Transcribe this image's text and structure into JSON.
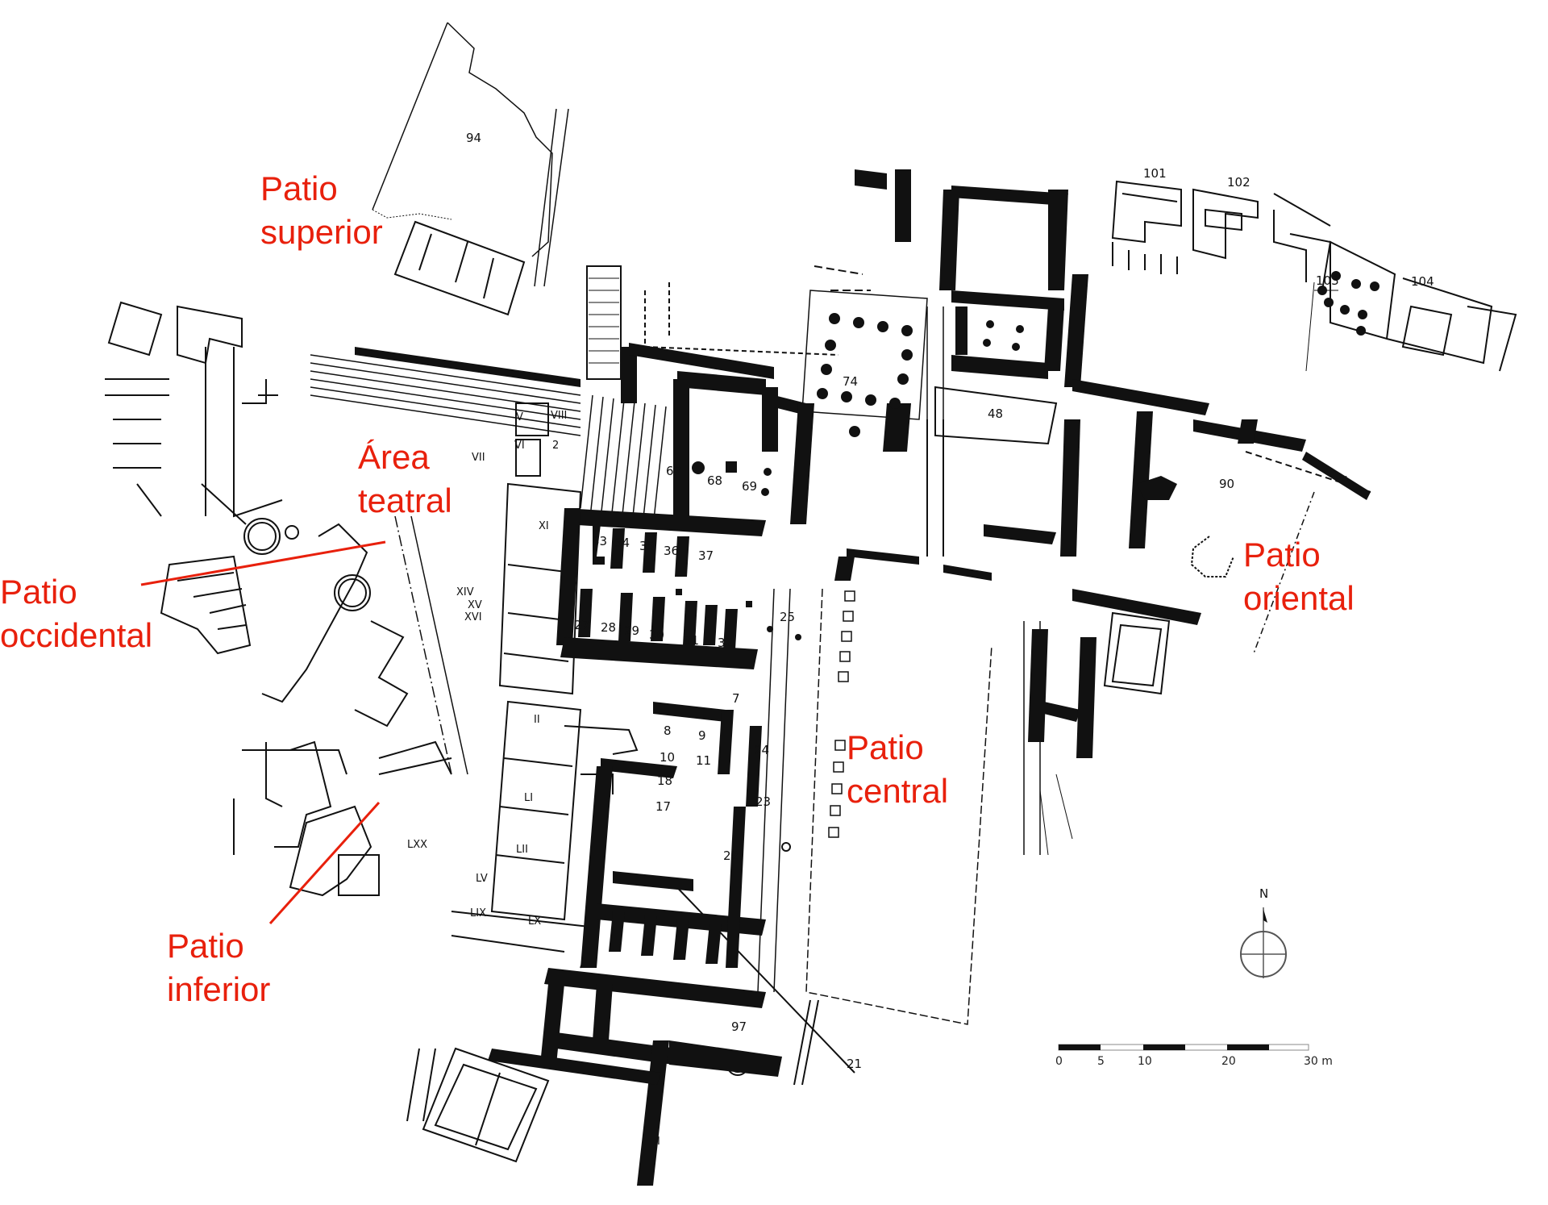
{
  "map": {
    "subject": "Palace floor plan",
    "accent_color": "#e8200c",
    "area_labels": [
      {
        "id": "patio-superior",
        "text": "Patio\nsuperior"
      },
      {
        "id": "area-teatral",
        "text": "Área\nteatral"
      },
      {
        "id": "patio-occidental",
        "text": "Patio\noccidental"
      },
      {
        "id": "patio-inferior",
        "text": "Patio\ninferior"
      },
      {
        "id": "patio-central",
        "text": "Patio\ncentral"
      },
      {
        "id": "patio-oriental",
        "text": "Patio\noriental"
      }
    ],
    "rooms": {
      "r94": "94",
      "r101": "101",
      "r102": "102",
      "r103": "103",
      "r104": "104",
      "r74": "74",
      "r48": "48",
      "r90": "90",
      "r67": "67",
      "r68": "68",
      "r69": "69",
      "r33": "33",
      "r34": "34",
      "r35": "35",
      "r36": "36",
      "r37": "37",
      "r27": "27",
      "r28": "28",
      "r29": "29",
      "r30": "30",
      "r31": "31",
      "r32": "32",
      "r25": "25",
      "r7": "7",
      "r8": "8",
      "r9": "9",
      "r10": "10",
      "r11": "11",
      "r24": "24",
      "r23": "23",
      "r18": "18",
      "r17": "17",
      "r22": "22",
      "r97": "97",
      "r21": "21",
      "r2": "2",
      "rV": "V",
      "rVI": "VI",
      "rVII": "VII",
      "rVIII": "VIII",
      "rXI": "XI",
      "rXIV": "XIV",
      "rXV": "XV",
      "rXVI": "XVI",
      "rII": "II",
      "rLI": "LI",
      "rLII": "LII",
      "rLV": "LV",
      "rLIX": "LIX",
      "rLX": "LX",
      "rLXX": "LXX",
      "rI": "I"
    },
    "north_arrow": {
      "label": "N"
    },
    "scale_bar": {
      "ticks": [
        "0",
        "5",
        "10",
        "20",
        "30 m"
      ],
      "unit": "m",
      "max": 30
    }
  }
}
